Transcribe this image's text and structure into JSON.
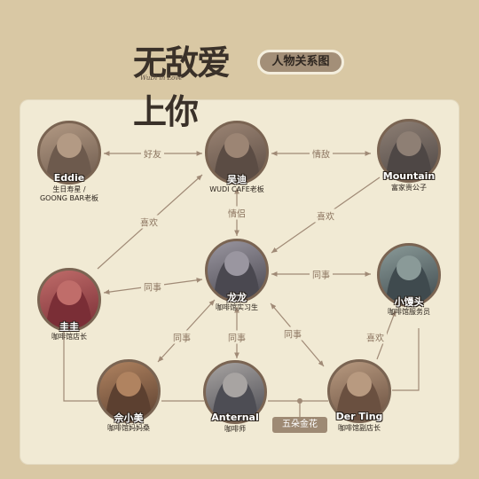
{
  "header": {
    "title": "无敌爱上你",
    "subtitle": "WuDi in Love",
    "badge": "人物关系图"
  },
  "characters": [
    {
      "id": "eddie",
      "name": "Eddie",
      "role": "生日寿星 /\nGOONG BAR老板",
      "colors": [
        "#6d5a4d",
        "#b39a84"
      ]
    },
    {
      "id": "wudi",
      "name": "吴迪",
      "role": "WUDI CAFE老板",
      "colors": [
        "#5b4c44",
        "#9c8574"
      ]
    },
    {
      "id": "mountain",
      "name": "Mountain",
      "role": "富家贵公子",
      "colors": [
        "#4e4745",
        "#8e7f74"
      ]
    },
    {
      "id": "guigui",
      "name": "圭圭",
      "role": "咖啡馆店长",
      "colors": [
        "#7a2e36",
        "#c06d6a"
      ]
    },
    {
      "id": "longlong",
      "name": "龙龙",
      "role": "咖啡馆实习生",
      "colors": [
        "#4a4850",
        "#9a96a0"
      ]
    },
    {
      "id": "xiaomantou",
      "name": "小馒头",
      "role": "咖啡馆服务员",
      "colors": [
        "#3f4a4e",
        "#8a9a98"
      ]
    },
    {
      "id": "yuxiaomei",
      "name": "佘小美",
      "role": "咖啡馆妈妈桑",
      "colors": [
        "#5c4030",
        "#b08360"
      ]
    },
    {
      "id": "anternal",
      "name": "Anternal",
      "role": "咖啡师",
      "colors": [
        "#4d4d54",
        "#a8a4a2"
      ]
    },
    {
      "id": "derting",
      "name": "Der Ting",
      "role": "咖啡馆副店长",
      "colors": [
        "#6a5040",
        "#b89a80"
      ]
    }
  ],
  "relations": [
    {
      "id": "eddie-wudi",
      "label": "好友"
    },
    {
      "id": "wudi-mountain",
      "label": "情敌"
    },
    {
      "id": "guigui-wudi",
      "label": "喜欢"
    },
    {
      "id": "mountain-longlong",
      "label": "喜欢"
    },
    {
      "id": "wudi-longlong",
      "label": "情侣"
    },
    {
      "id": "guigui-longlong",
      "label": "同事"
    },
    {
      "id": "longlong-xiaomantou",
      "label": "同事"
    },
    {
      "id": "yuxiaomei-longlong",
      "label": "同事"
    },
    {
      "id": "anternal-longlong",
      "label": "同事"
    },
    {
      "id": "derting-longlong",
      "label": "同事"
    },
    {
      "id": "derting-xiaomantou",
      "label": "喜欢"
    }
  ],
  "group_label": "五朵金花",
  "colors": {
    "background": "#d9c8a4",
    "panel": "#f1ead4",
    "line": "#a08a76",
    "badge": "#a38f78"
  }
}
